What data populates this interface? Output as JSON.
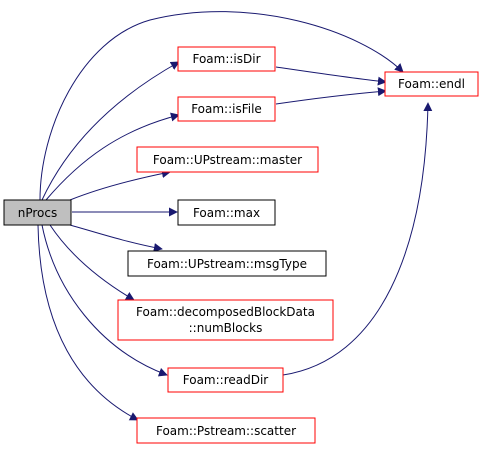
{
  "colors": {
    "edge": "#191970",
    "root_fill": "#bfbfbf",
    "border_black": "#000000",
    "border_red": "#ff0000",
    "node_fill": "#ffffff"
  },
  "nodes": {
    "root": "nProcs",
    "is_dir": "Foam::isDir",
    "endl": "Foam::endl",
    "is_file": "Foam::isFile",
    "master": "Foam::UPstream::master",
    "max": "Foam::max",
    "msg_type": "Foam::UPstream::msgType",
    "num_blocks_line1": "Foam::decomposedBlockData",
    "num_blocks_line2": "::numBlocks",
    "read_dir": "Foam::readDir",
    "scatter": "Foam::Pstream::scatter"
  }
}
